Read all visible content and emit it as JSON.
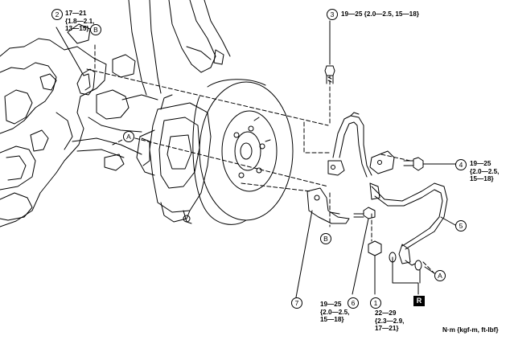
{
  "callouts": {
    "c1": "1",
    "c2": "2",
    "c3": "3",
    "c4": "4",
    "c5": "5",
    "c6": "6",
    "c7": "7",
    "a1": "A",
    "a2": "A",
    "b1": "B",
    "b2": "B",
    "r": "R"
  },
  "torques": {
    "t2": "17—21\n{1.8—2.1,\n13—15}",
    "t3": "19—25 {2.0—2.5, 15—18}",
    "t4": "19—25\n{2.0—2.5,\n15—18}",
    "t6": "19—25\n{2.0—2.5,\n15—18}",
    "t1": "22—29\n{2.3—2.9,\n17—21}"
  },
  "units": "N·m {kgf-m, ft-lbf}"
}
